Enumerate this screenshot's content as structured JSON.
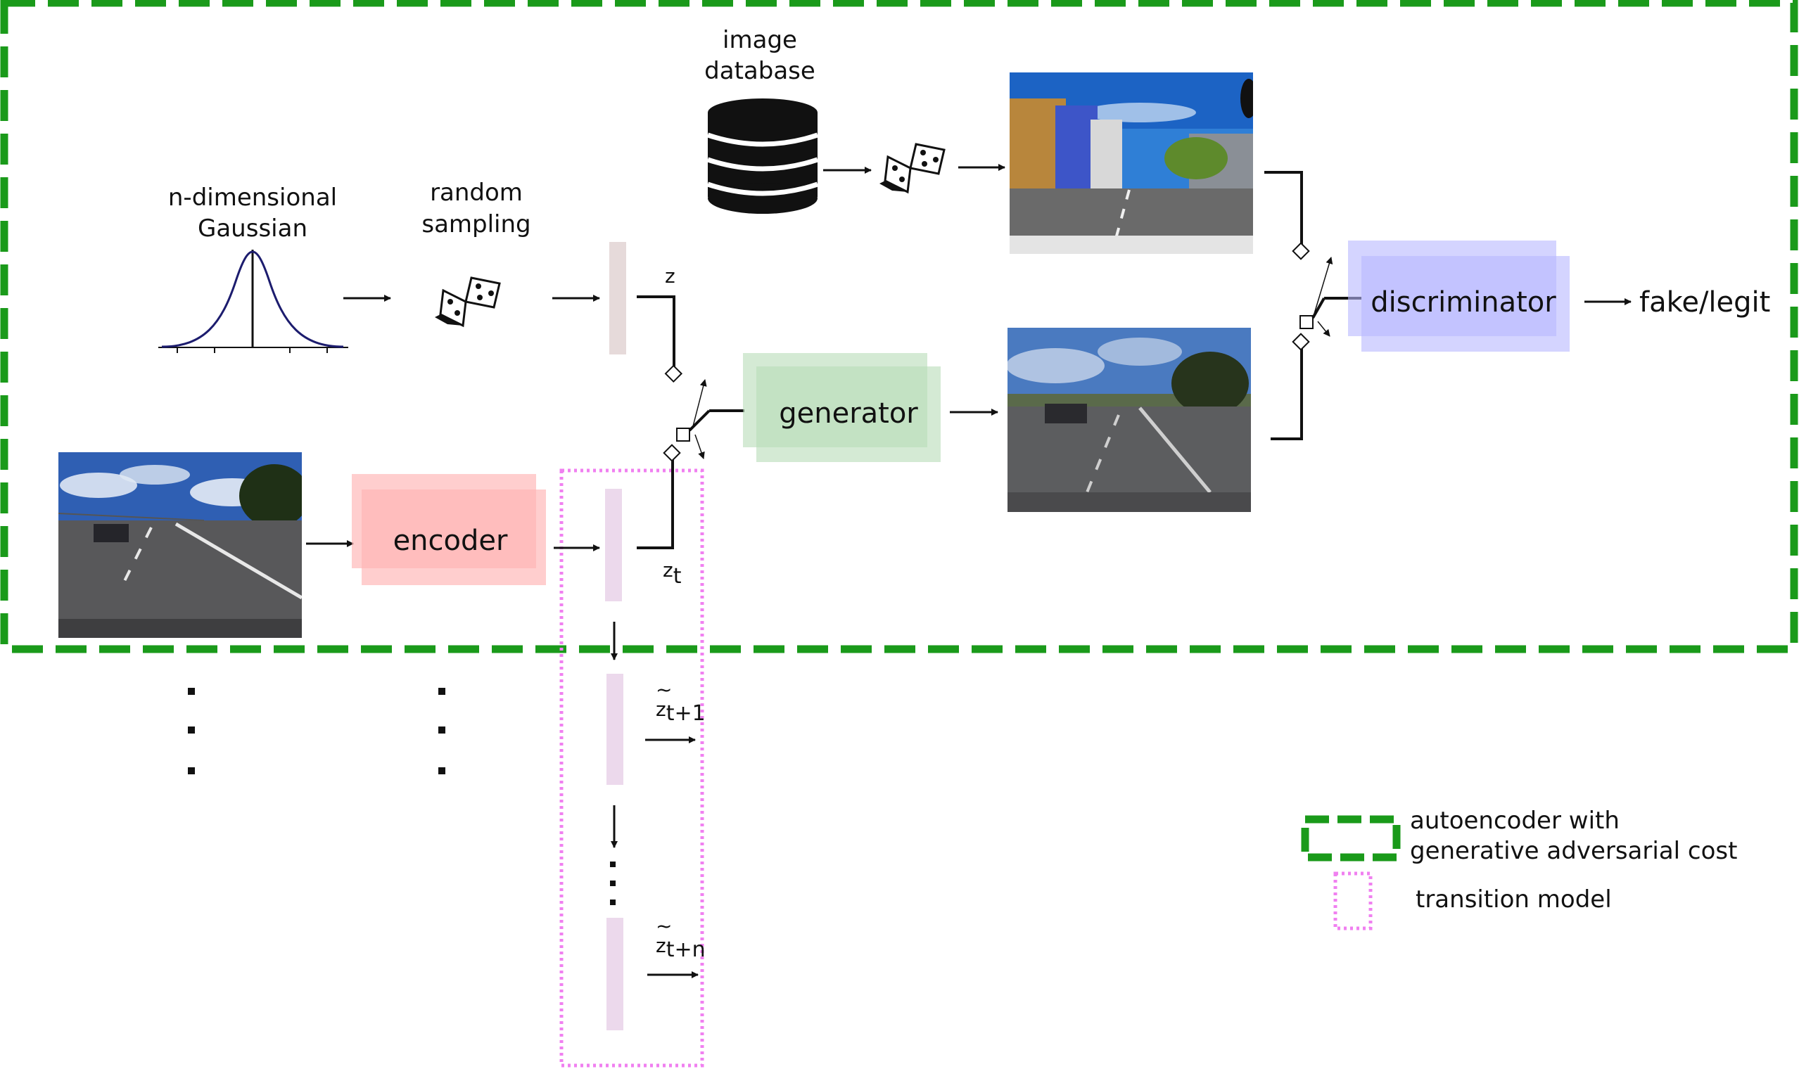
{
  "labels": {
    "gaussian_line1": "n-dimensional",
    "gaussian_line2": "Gaussian",
    "random_line1": "random",
    "random_line2": "sampling",
    "database_line1": "image",
    "database_line2": "database",
    "z": "z",
    "zt_base": "z",
    "zt_sub": "t",
    "zt1_base": "z",
    "zt1_sub": "t+1",
    "ztn_base": "z",
    "ztn_sub": "t+n",
    "tilde": "~",
    "output": "fake/legit"
  },
  "blocks": {
    "encoder": "encoder",
    "generator": "generator",
    "discriminator": "discriminator"
  },
  "legend": {
    "gan_line1": "autoencoder with",
    "gan_line2": "generative adversarial cost",
    "transition": "transition model"
  },
  "colors": {
    "gan_border": "#1a9a1a",
    "transition_border": "#f080f0",
    "encoder_fill": "#ffb3b3",
    "generator_fill": "#b8dcb8",
    "discriminator_fill": "#b8b8ff",
    "latent_z": "#e6dada",
    "latent_t": "#ecd9ec"
  }
}
